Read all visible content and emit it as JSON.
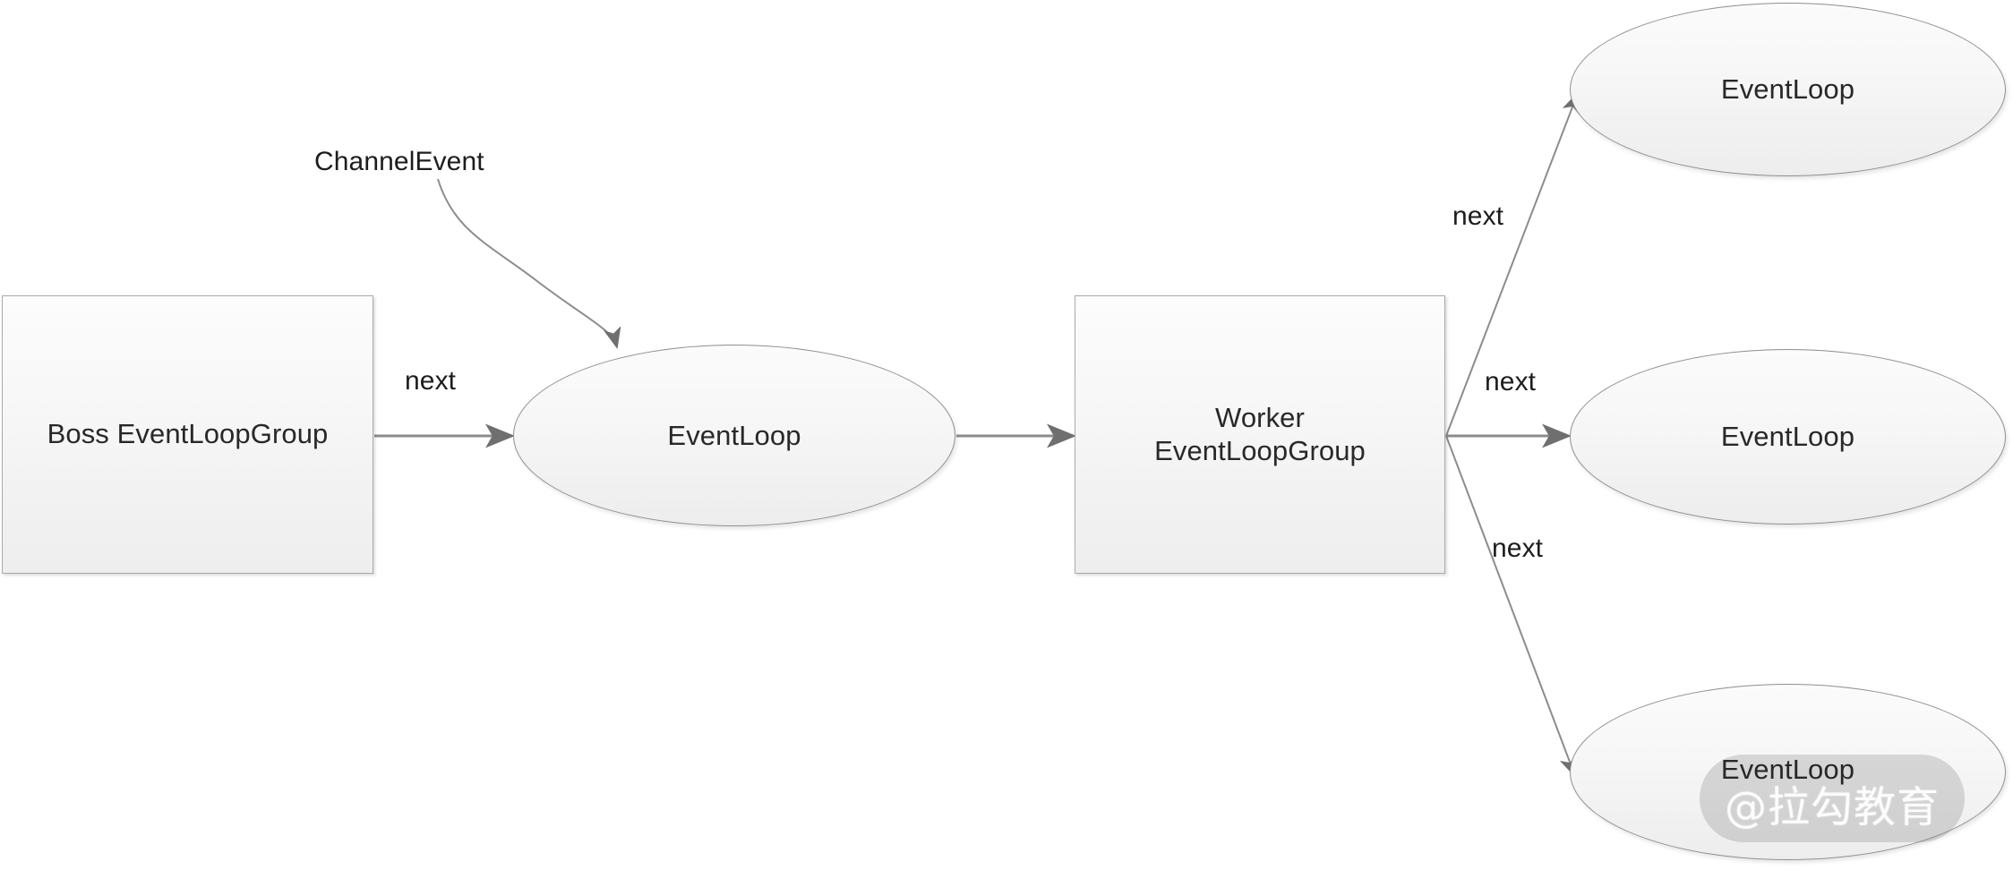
{
  "diagram": {
    "title": "Netty EventLoopGroup next() dispatch diagram",
    "background": "#ffffff",
    "colors": {
      "node_border": "#a9a9a9",
      "ellipse_border": "#8f8f8f",
      "edge": "#808080",
      "text": "#282828",
      "watermark_bg": "rgba(120,120,120,0.26)"
    },
    "nodes": [
      {
        "id": "boss-group",
        "shape": "rectangle",
        "label": "Boss EventLoopGroup"
      },
      {
        "id": "event-loop-1",
        "shape": "ellipse",
        "label": "EventLoop"
      },
      {
        "id": "worker-group",
        "shape": "rectangle",
        "label": "Worker\nEventLoopGroup",
        "label_line1": "Worker",
        "label_line2": "EventLoopGroup"
      },
      {
        "id": "event-loop-top",
        "shape": "ellipse",
        "label": "EventLoop"
      },
      {
        "id": "event-loop-middle",
        "shape": "ellipse",
        "label": "EventLoop"
      },
      {
        "id": "event-loop-bottom",
        "shape": "ellipse",
        "label": "EventLoop"
      }
    ],
    "edges": [
      {
        "id": "boss-to-eventloop",
        "label": "next",
        "from": "boss-group",
        "to": "event-loop-1"
      },
      {
        "id": "channelevent-to-eventloop",
        "label": "ChannelEvent",
        "from": "",
        "to": "event-loop-1",
        "style": "curved"
      },
      {
        "id": "eventloop-to-worker",
        "label": "",
        "from": "event-loop-1",
        "to": "worker-group"
      },
      {
        "id": "worker-to-eventloop-top",
        "label": "next",
        "from": "worker-group",
        "to": "event-loop-top"
      },
      {
        "id": "worker-to-eventloop-middle",
        "label": "next",
        "from": "worker-group",
        "to": "event-loop-middle"
      },
      {
        "id": "worker-to-eventloop-bottom",
        "label": "next",
        "from": "worker-group",
        "to": "event-loop-bottom"
      }
    ],
    "watermark": {
      "text": "@拉勾教育"
    }
  }
}
